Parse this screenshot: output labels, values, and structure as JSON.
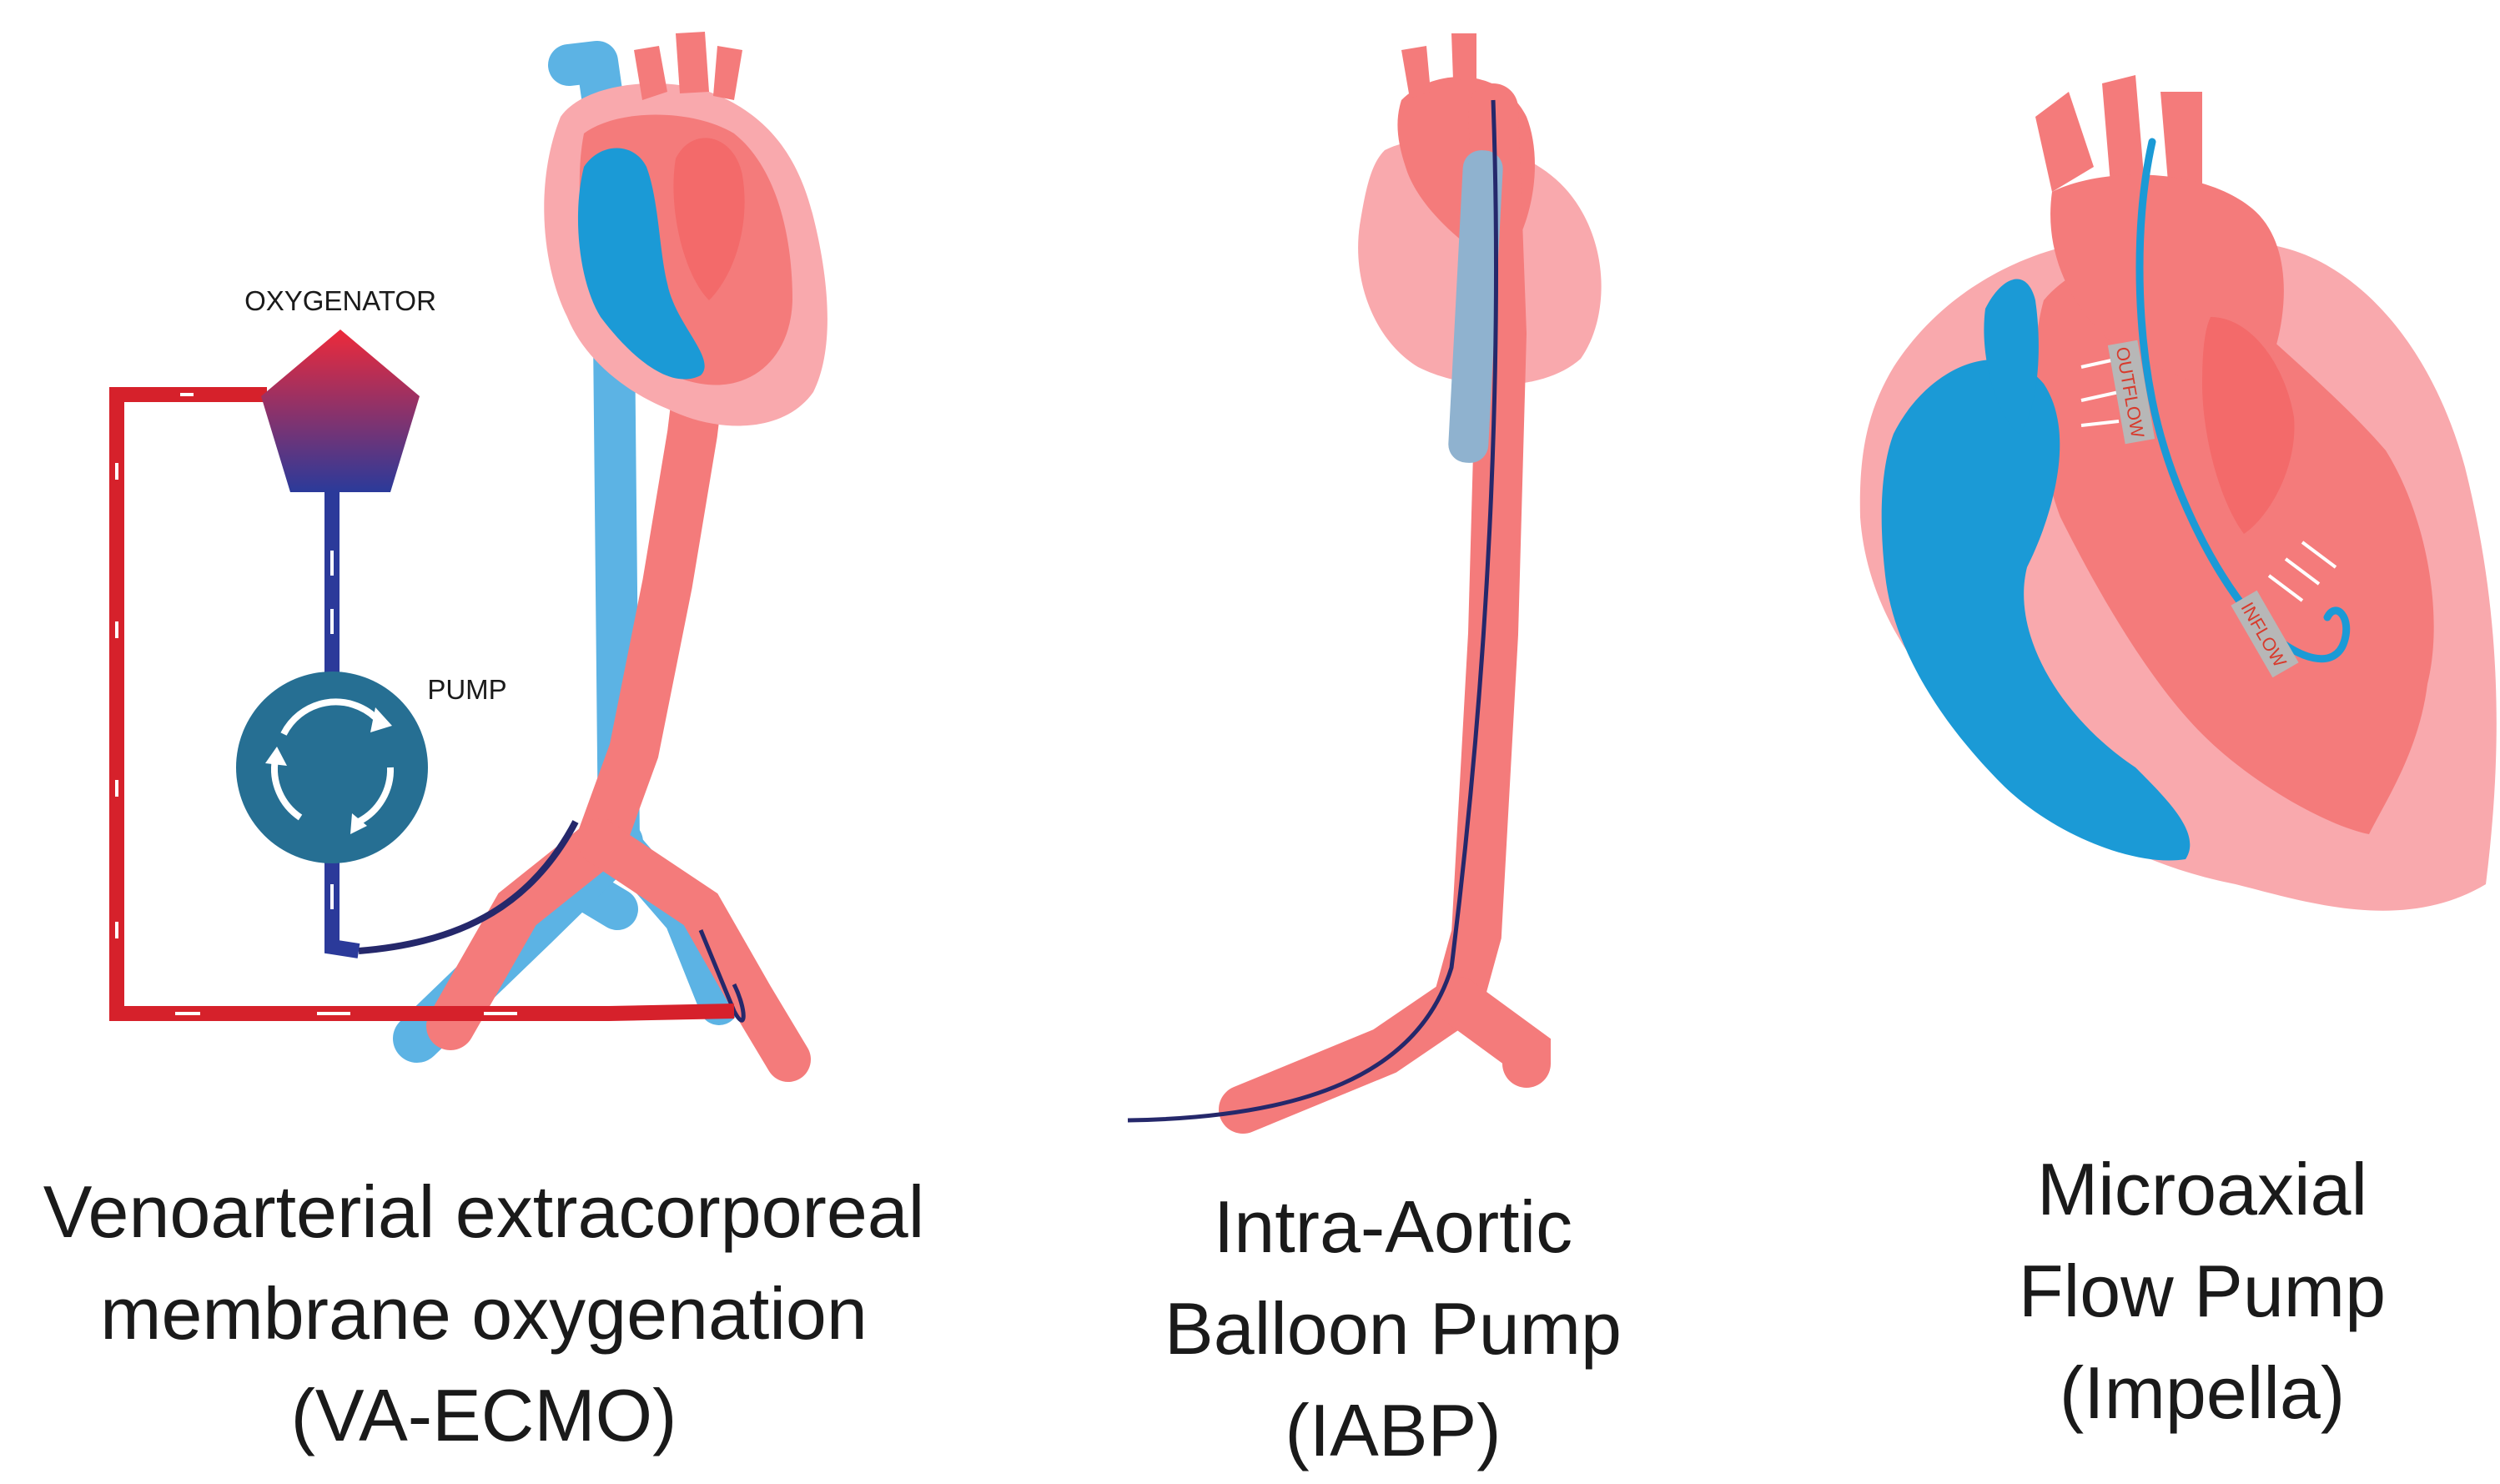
{
  "colors": {
    "artery": "#f47b7b",
    "pericardium": "#f9a9ad",
    "vein": "#1b9ad6",
    "vein_light": "#5cb3e4",
    "circuit_red": "#d6212b",
    "circuit_blue": "#2b3a9a",
    "catheter": "#25286b",
    "pump_body": "#266f93",
    "label_gray": "#b7b7b7",
    "label_text": "#d83a2c"
  },
  "ecmo": {
    "oxygenator_label": "OXYGENATOR",
    "pump_label": "PUMP",
    "caption": [
      "Venoarterial extracorporeal",
      "membrane oxygenation",
      "(VA-ECMO)"
    ]
  },
  "iabp": {
    "caption": [
      "Intra-Aortic",
      "Balloon Pump",
      "(IABP)"
    ]
  },
  "impella": {
    "outflow_label": "OUTFLOW",
    "inflow_label": "INFLOW",
    "caption": [
      "Microaxial",
      "Flow Pump",
      "(Impella)"
    ]
  }
}
